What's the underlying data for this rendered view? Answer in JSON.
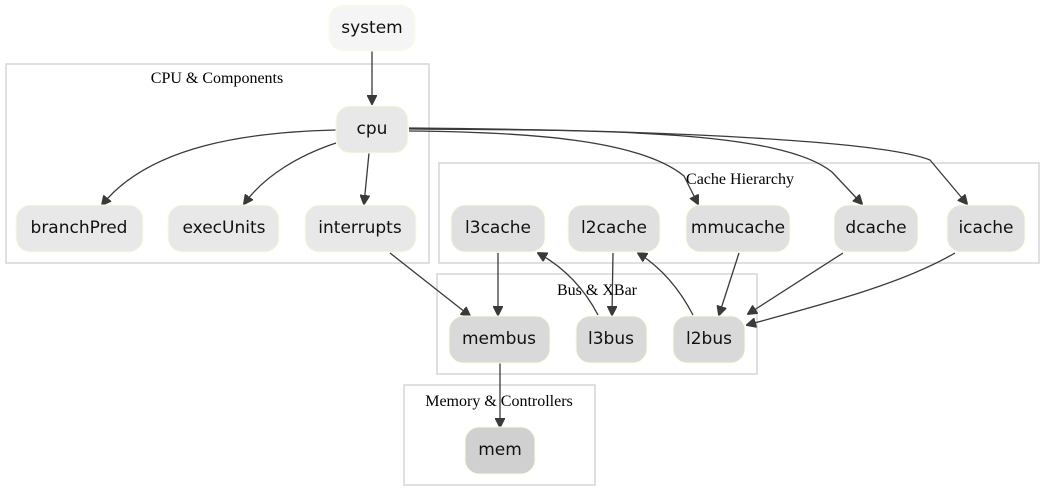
{
  "diagram": {
    "type": "directed-graph",
    "clusters": [
      {
        "id": "cpu_components",
        "label": "CPU & Components"
      },
      {
        "id": "cache_hierarchy",
        "label": "Cache Hierarchy"
      },
      {
        "id": "bus_xbar",
        "label": "Bus & XBar"
      },
      {
        "id": "memory_controllers",
        "label": "Memory & Controllers"
      }
    ],
    "nodes": [
      {
        "id": "system",
        "label": "system",
        "cluster": null,
        "fill": "#f5f5f5"
      },
      {
        "id": "cpu",
        "label": "cpu",
        "cluster": "cpu_components",
        "fill": "#e8e8e8"
      },
      {
        "id": "branchPred",
        "label": "branchPred",
        "cluster": "cpu_components",
        "fill": "#e8e8e8"
      },
      {
        "id": "execUnits",
        "label": "execUnits",
        "cluster": "cpu_components",
        "fill": "#e8e8e8"
      },
      {
        "id": "interrupts",
        "label": "interrupts",
        "cluster": "cpu_components",
        "fill": "#e8e8e8"
      },
      {
        "id": "l3cache",
        "label": "l3cache",
        "cluster": "cache_hierarchy",
        "fill": "#e0e0e0"
      },
      {
        "id": "l2cache",
        "label": "l2cache",
        "cluster": "cache_hierarchy",
        "fill": "#e0e0e0"
      },
      {
        "id": "mmucache",
        "label": "mmucache",
        "cluster": "cache_hierarchy",
        "fill": "#e0e0e0"
      },
      {
        "id": "dcache",
        "label": "dcache",
        "cluster": "cache_hierarchy",
        "fill": "#e0e0e0"
      },
      {
        "id": "icache",
        "label": "icache",
        "cluster": "cache_hierarchy",
        "fill": "#e0e0e0"
      },
      {
        "id": "membus",
        "label": "membus",
        "cluster": "bus_xbar",
        "fill": "#d9d9d9"
      },
      {
        "id": "l3bus",
        "label": "l3bus",
        "cluster": "bus_xbar",
        "fill": "#d9d9d9"
      },
      {
        "id": "l2bus",
        "label": "l2bus",
        "cluster": "bus_xbar",
        "fill": "#d9d9d9"
      },
      {
        "id": "mem",
        "label": "mem",
        "cluster": "memory_controllers",
        "fill": "#d0d0d0"
      }
    ],
    "edges": [
      {
        "from": "system",
        "to": "cpu"
      },
      {
        "from": "cpu",
        "to": "branchPred"
      },
      {
        "from": "cpu",
        "to": "execUnits"
      },
      {
        "from": "cpu",
        "to": "interrupts"
      },
      {
        "from": "cpu",
        "to": "mmucache"
      },
      {
        "from": "cpu",
        "to": "dcache"
      },
      {
        "from": "cpu",
        "to": "icache"
      },
      {
        "from": "interrupts",
        "to": "membus"
      },
      {
        "from": "l3cache",
        "to": "membus"
      },
      {
        "from": "l3bus",
        "to": "l3cache"
      },
      {
        "from": "l2cache",
        "to": "l3bus"
      },
      {
        "from": "l2bus",
        "to": "l2cache"
      },
      {
        "from": "mmucache",
        "to": "l2bus"
      },
      {
        "from": "dcache",
        "to": "l2bus"
      },
      {
        "from": "icache",
        "to": "l2bus"
      },
      {
        "from": "membus",
        "to": "mem"
      }
    ],
    "colors": {
      "edge": "#3a3a3a",
      "cluster_border": "#d6d6d6",
      "node_border": "#fdfde0"
    }
  }
}
